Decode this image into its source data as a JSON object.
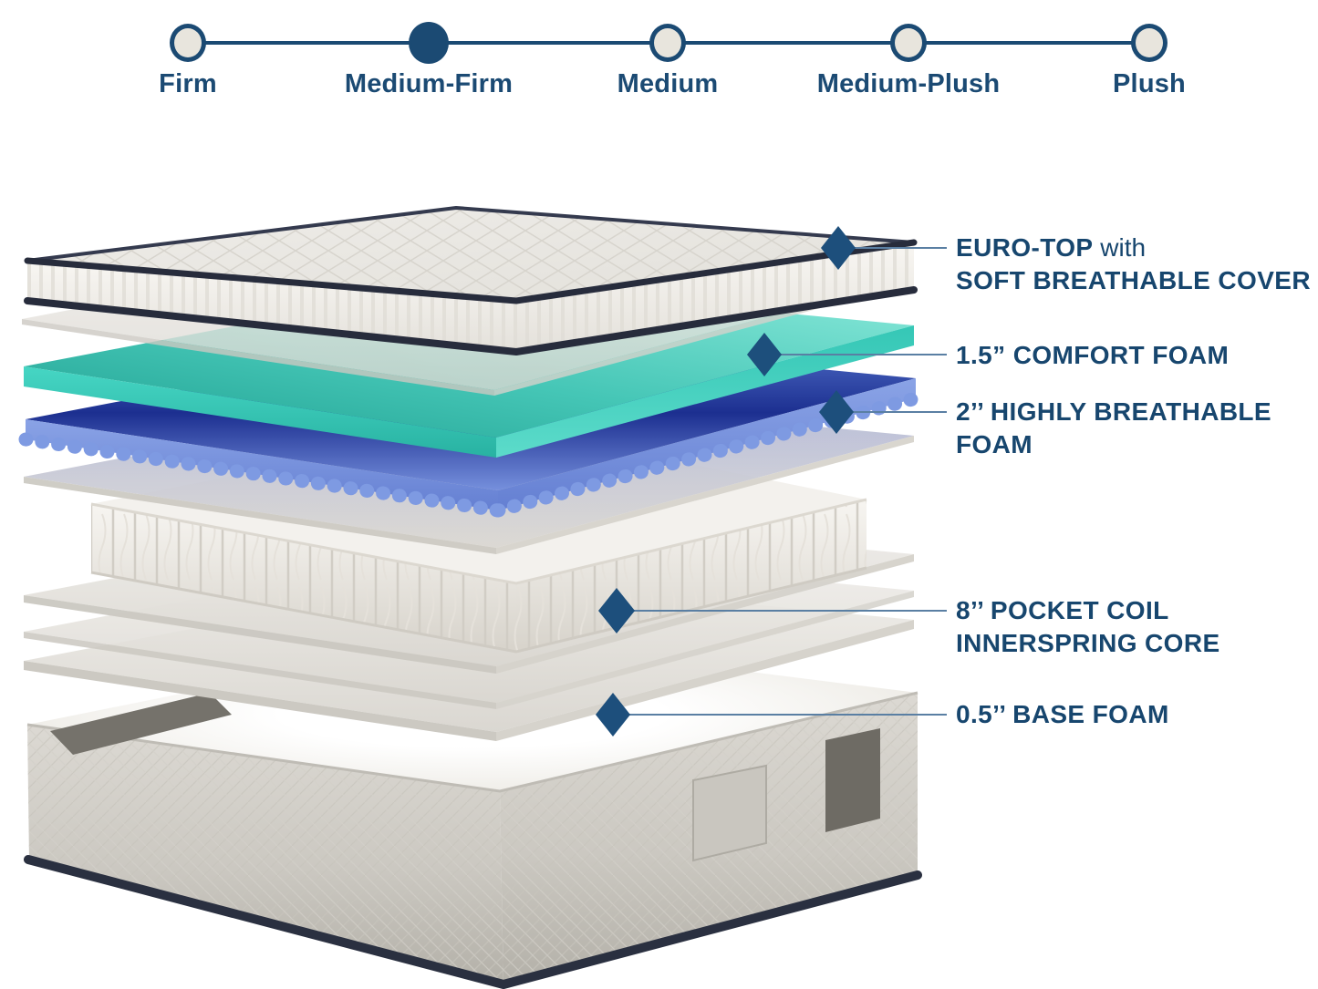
{
  "firmness_scale": {
    "selected_value": "Medium-Firm",
    "options": [
      {
        "label": "Firm",
        "selected": false
      },
      {
        "label": "Medium-Firm",
        "selected": true
      },
      {
        "label": "Medium",
        "selected": false
      },
      {
        "label": "Medium-Plush",
        "selected": false
      },
      {
        "label": "Plush",
        "selected": false
      }
    ]
  },
  "annotations": [
    {
      "emphasis": "EURO-TOP",
      "rest": " with",
      "line2": "SOFT BREATHABLE COVER"
    },
    {
      "emphasis": "1.5” COMFORT FOAM",
      "rest": "",
      "line2": ""
    },
    {
      "emphasis": "2’’ HIGHLY BREATHABLE",
      "rest": "",
      "line2": "FOAM"
    },
    {
      "emphasis": "8’’ POCKET COIL",
      "rest": "",
      "line2": "INNERSPRING CORE"
    },
    {
      "emphasis": "0.5’’ BASE FOAM",
      "rest": "",
      "line2": ""
    }
  ],
  "colors": {
    "navy_text": "#17466e",
    "marker_diamond": "#1d4f7c",
    "connector_line": "#5a7fa3",
    "scale_line": "#1b4a73",
    "scale_dot_fill": "#e8e5dd",
    "comfort_foam_teal": "#3ecdbb",
    "breathable_foam_blue": "#3a57c4",
    "quilt_fabric_gray": "#e9e7e2",
    "base_fabric_gray": "#d0cdc6",
    "piping_navy": "#272c3c"
  }
}
